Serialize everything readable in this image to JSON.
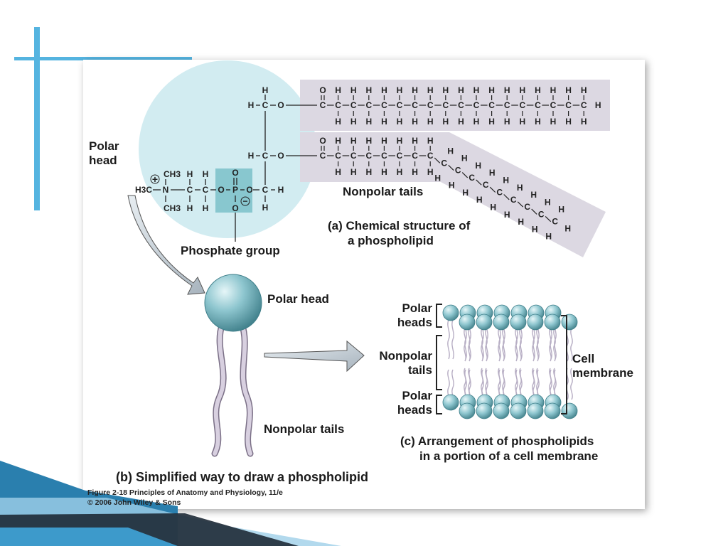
{
  "labels": {
    "polar_head_line1": "Polar",
    "polar_head_line2": "head",
    "nonpolar_tails_a": "Nonpolar tails",
    "phosphate_group": "Phosphate group",
    "caption_a_line1": "(a) Chemical structure of",
    "caption_a_line2": "a phospholipid",
    "polar_head_b": "Polar head",
    "nonpolar_tails_b": "Nonpolar tails",
    "caption_b": "(b) Simplified way to draw a phospholipid",
    "polar_heads_top_1": "Polar",
    "polar_heads_top_2": "heads",
    "nonpolar_tails_c_1": "Nonpolar",
    "nonpolar_tails_c_2": "tails",
    "polar_heads_bottom_1": "Polar",
    "polar_heads_bottom_2": "heads",
    "cell_membrane_1": "Cell",
    "cell_membrane_2": "membrane",
    "caption_c_line1": "(c) Arrangement of phospholipids",
    "caption_c_line2": "in a portion of a cell membrane"
  },
  "head_group": {
    "ch3_top": "CH3",
    "ch3_bottom": "CH3",
    "h3c": "H3C",
    "nitrogen": "N",
    "plus": "+",
    "minus": "−",
    "phosphorus": "P",
    "oxygen": "O",
    "carbon": "C",
    "hydrogen": "H"
  },
  "credit": {
    "line1": "Figure 2-18 Principles of Anatomy and Physiology, 11/e",
    "line2": "© 2006 John Wiley & Sons"
  },
  "colors": {
    "accent": "#55b4e0",
    "polar_circle": "#d2ecf1",
    "phosphate_box": "#88c7cf",
    "tail_band": "#dcd8e2",
    "sphere": "#8ec6cf",
    "tail_stroke": "#c0b8cc",
    "arrow_fill": "#c9d1d8"
  }
}
